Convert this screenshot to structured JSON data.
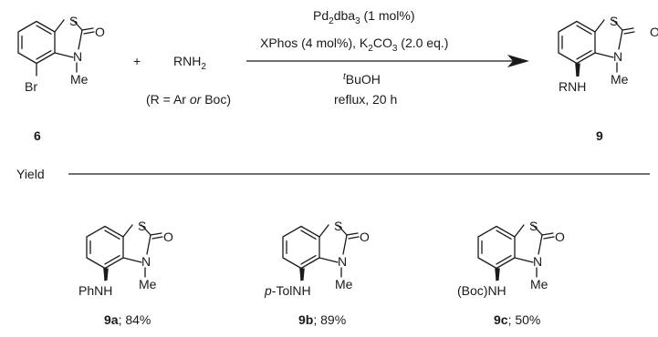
{
  "reaction": {
    "catalyst_pre": "Pd",
    "catalyst_sub1": "2",
    "catalyst_mid": "dba",
    "catalyst_sub2": "3",
    "catalyst_loading": " (1 mol%)",
    "ligand_base_pre": "XPhos (4 mol%), K",
    "ligand_base_sub1": "2",
    "ligand_base_mid": "CO",
    "ligand_base_sub2": "3",
    "ligand_base_post": " (2.0 eq.)",
    "solvent_sup": "t",
    "solvent": "BuOH",
    "conditions": "reflux, 20 h",
    "plus": "+",
    "amine_pre": "RNH",
    "amine_sub": "2",
    "r_def_pre": "(R = Ar ",
    "r_def_or": "or",
    "r_def_post": " Boc)"
  },
  "compounds": {
    "start_id": "6",
    "product_id": "9",
    "atoms": {
      "S": "S",
      "O": "O",
      "N": "N",
      "Me": "Me",
      "Br": "Br",
      "RNH": "RNH"
    }
  },
  "yield_section": {
    "label": "Yield"
  },
  "products": [
    {
      "amine": "PhNH",
      "amine_italic": "",
      "id": "9a",
      "yield": "; 84%"
    },
    {
      "amine": "-TolNH",
      "amine_italic": "p",
      "id": "9b",
      "yield": "; 89%"
    },
    {
      "amine": "(Boc)NH",
      "amine_italic": "",
      "id": "9c",
      "yield": "; 50%"
    }
  ]
}
